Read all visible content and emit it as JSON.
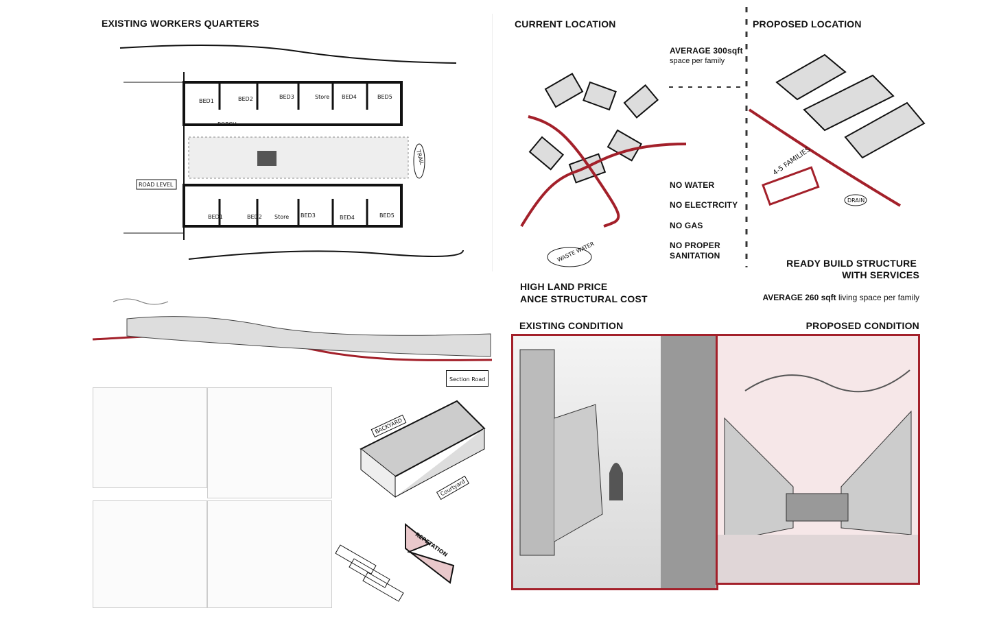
{
  "plan": {
    "title": "EXISTING WORKERS QUARTERS",
    "rooms_top": [
      "BED1",
      "BED2",
      "BED3",
      "Store",
      "BED4",
      "BED5"
    ],
    "rooms_bottom": [
      "BED1",
      "BED2",
      "Store",
      "BED3",
      "BED4",
      "BED5"
    ],
    "porch": "PORCH",
    "road_level": "ROAD LEVEL",
    "trail": "TRAIL"
  },
  "section": {
    "label": "Section Road"
  },
  "axo": {
    "backyard": "BACKYARD",
    "courtyard": "Courtyard",
    "repetition": "REPETATION"
  },
  "current": {
    "title": "CURRENT LOCATION",
    "average_bold": "AVERAGE 300sqft",
    "average_sub": "space per family",
    "issues": [
      "NO WATER",
      "NO ELECTRCITY",
      "NO GAS",
      "NO PROPER",
      "SANITATION"
    ],
    "waste_water": "WASTE WATER",
    "cost_line1": "HIGH LAND PRICE",
    "cost_line2": "ANCE STRUCTURAL COST"
  },
  "proposed": {
    "title": "PROPOSED LOCATION",
    "families": "4-5 FAMILIES",
    "drain": "DRAIN",
    "ready_line1": "READY BUILD STRUCTURE",
    "ready_line2": "WITH SERVICES",
    "average_bold": "AVERAGE 260 sqft",
    "average_sub": "living space per family"
  },
  "conditions": {
    "existing": "EXISTING CONDITION",
    "proposed": "PROPOSED CONDITION"
  },
  "colors": {
    "accent_red": "#a3202a",
    "pink": "#e9c8cb",
    "ink": "#111111"
  }
}
